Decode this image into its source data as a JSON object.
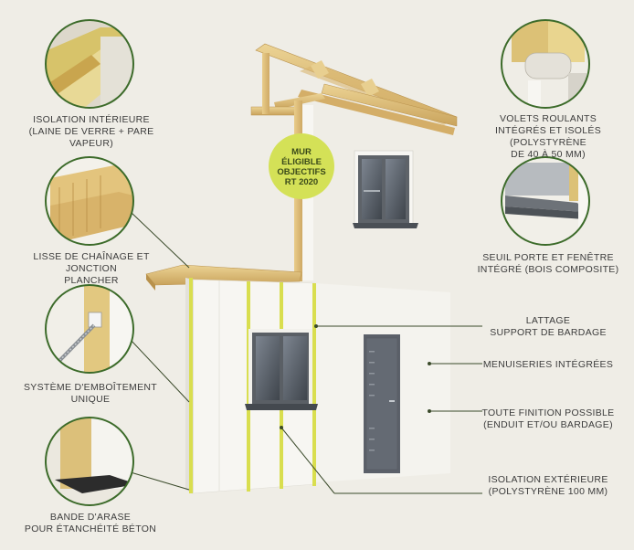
{
  "badge": {
    "text": "MUR\nÉLIGIBLE\nOBJECTIFS\nRT 2020",
    "color": "#d4e157"
  },
  "colors": {
    "accent_green": "#4e7a2a",
    "wood": "#e2c37d",
    "panel": "#f5f4ef",
    "window_frame": "#5d6166"
  },
  "labels": {
    "isolation_interieure": "ISOLATION INTÉRIEURE\n(LAINE DE VERRE + PARE VAPEUR)",
    "lisse_chainage": "LISSE DE CHAÎNAGE ET JONCTION\nPLANCHER",
    "systeme_emboitement": "SYSTÈME D'EMBOÎTEMENT\nUNIQUE",
    "bande_arase": "BANDE D'ARASE\nPOUR ÉTANCHÉITÉ BÉTON",
    "volets_roulants": "VOLETS ROULANTS\nINTÉGRÉS ET ISOLÉS (POLYSTYRÈNE\nDE 40 À 50 MM)",
    "seuil_porte": "SEUIL PORTE ET FENÊTRE\nINTÉGRÉ (BOIS COMPOSITE)",
    "lattage": "LATTAGE\nSUPPORT DE BARDAGE",
    "menuiseries": "MENUISERIES INTÉGRÉES",
    "finition": "TOUTE FINITION POSSIBLE\n(ENDUIT ET/OU BARDAGE)",
    "isolation_exterieure": "ISOLATION EXTÉRIEURE\n(POLYSTYRÈNE 100 MM)"
  }
}
